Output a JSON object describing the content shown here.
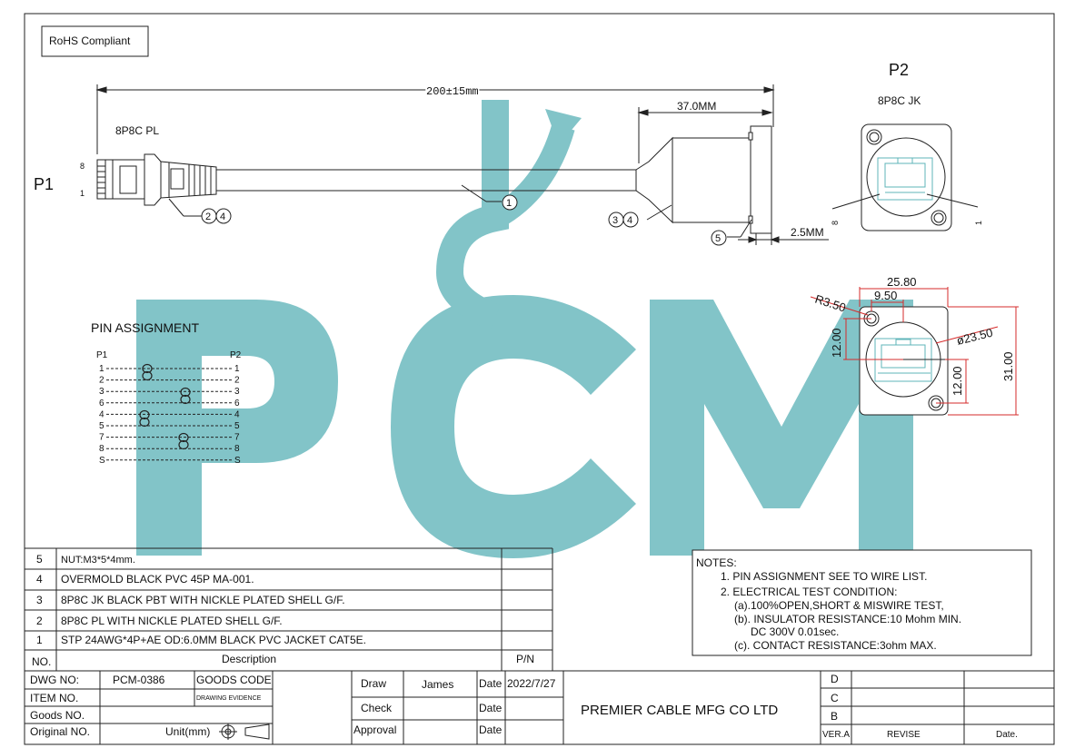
{
  "header": {
    "rohs_label": "RoHS Compliant"
  },
  "watermark": {
    "text": "PCM",
    "color": "#5fb4b9"
  },
  "p1": {
    "title": "P1",
    "part": "8P8C PL",
    "pin_top": "8",
    "pin_bottom": "1",
    "callouts": [
      "2",
      "4"
    ]
  },
  "p2": {
    "title": "P2",
    "part": "8P8C JK",
    "pin_left": "8",
    "pin_right": "1"
  },
  "cable": {
    "length_label": "200±15mm",
    "callout": "1",
    "jack_length_label": "37.0MM",
    "jack_callouts": [
      "3",
      "4"
    ],
    "nut_callout": "5",
    "flange_label": "2.5MM"
  },
  "panel_dims": {
    "width": "25.80",
    "hole_spacing": "9.50",
    "radius": "R3.50",
    "height_top": "12.00",
    "diameter": "ø23.50",
    "height_total": "31.00",
    "height_bottom": "12.00",
    "color": "#d62b2b",
    "dim_color": "#27b427"
  },
  "pin_assignment": {
    "title": "PIN  ASSIGNMENT",
    "left_header": "P1",
    "right_header": "P2",
    "rows": [
      {
        "left": "1",
        "right": "1"
      },
      {
        "left": "2",
        "right": "2"
      },
      {
        "left": "3",
        "right": "3"
      },
      {
        "left": "6",
        "right": "6"
      },
      {
        "left": "4",
        "right": "4"
      },
      {
        "left": "5",
        "right": "5"
      },
      {
        "left": "7",
        "right": "7"
      },
      {
        "left": "8",
        "right": "8"
      },
      {
        "left": "S",
        "right": "S"
      }
    ]
  },
  "bom": {
    "header_no": "NO.",
    "header_desc": "Description",
    "header_pn": "P/N",
    "rows": [
      {
        "no": "5",
        "desc": "NUT:M3*5*4mm."
      },
      {
        "no": "4",
        "desc": "OVERMOLD BLACK PVC 45P MA-001."
      },
      {
        "no": "3",
        "desc": "8P8C JK  BLACK PBT WITH NICKLE PLATED SHELL G/F."
      },
      {
        "no": "2",
        "desc": "8P8C PL  WITH NICKLE PLATED SHELL  G/F."
      },
      {
        "no": "1",
        "desc": "STP 24AWG*4P+AE OD:6.0MM BLACK PVC JACKET CAT5E."
      }
    ]
  },
  "notes": {
    "title": "NOTES:",
    "lines": [
      "1. PIN ASSIGNMENT SEE TO WIRE LIST.",
      "2. ELECTRICAL TEST CONDITION:",
      "(a).100%OPEN,SHORT & MISWIRE TEST,",
      "(b). INSULATOR RESISTANCE:10 Mohm MIN.",
      "DC 300V 0.01sec.",
      "(c). CONTACT RESISTANCE:3ohm MAX."
    ]
  },
  "title_block": {
    "dwg_no_label": "DWG NO:",
    "dwg_no": "PCM-0386",
    "goods_code_label": "GOODS CODE",
    "item_no_label": "ITEM NO.",
    "drawing_evidence_label": "DRAWING EVIDENCE",
    "goods_no_label": "Goods NO.",
    "original_no_label": "Original NO.",
    "unit_label": "Unit(mm)",
    "draw_label": "Draw",
    "draw_name": "James",
    "check_label": "Check",
    "approval_label": "Approval",
    "date_label": "Date",
    "draw_date": "2022/7/27",
    "company": "PREMIER CABLE MFG CO LTD",
    "revisions": [
      "D",
      "C",
      "B"
    ],
    "ver_label": "VER.A",
    "revise_label": "REVISE",
    "rev_date_label": "Date."
  }
}
